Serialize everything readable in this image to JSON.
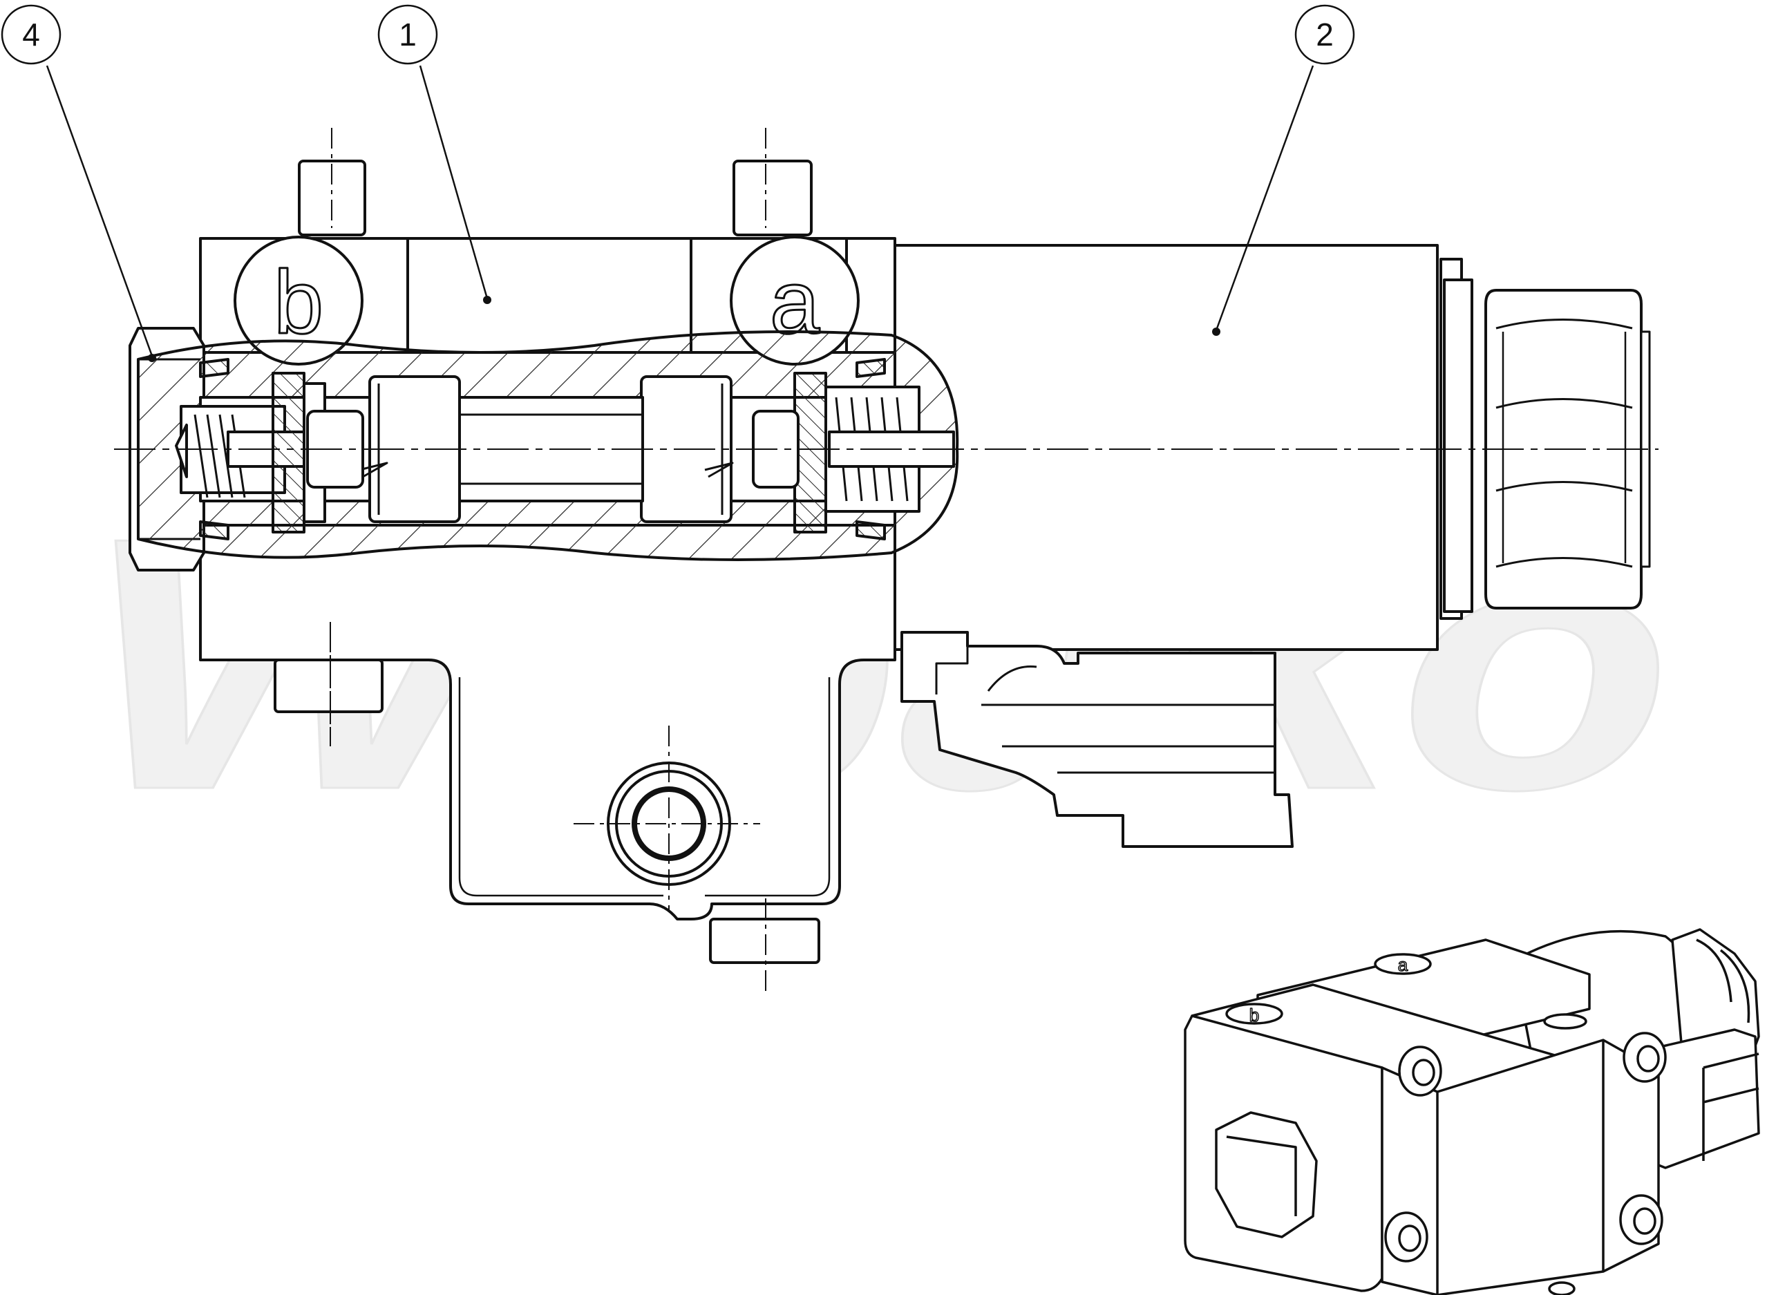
{
  "callouts": [
    {
      "id": "4",
      "label": "4"
    },
    {
      "id": "1",
      "label": "1"
    },
    {
      "id": "2",
      "label": "2"
    }
  ],
  "ports": {
    "b": "b",
    "a": "a"
  },
  "iso_ports": {
    "b": "b",
    "a": "a"
  },
  "watermark": "Wibako",
  "colors": {
    "line": "#111111",
    "hatch": "#222222",
    "watermark": "#f1f1f1"
  }
}
